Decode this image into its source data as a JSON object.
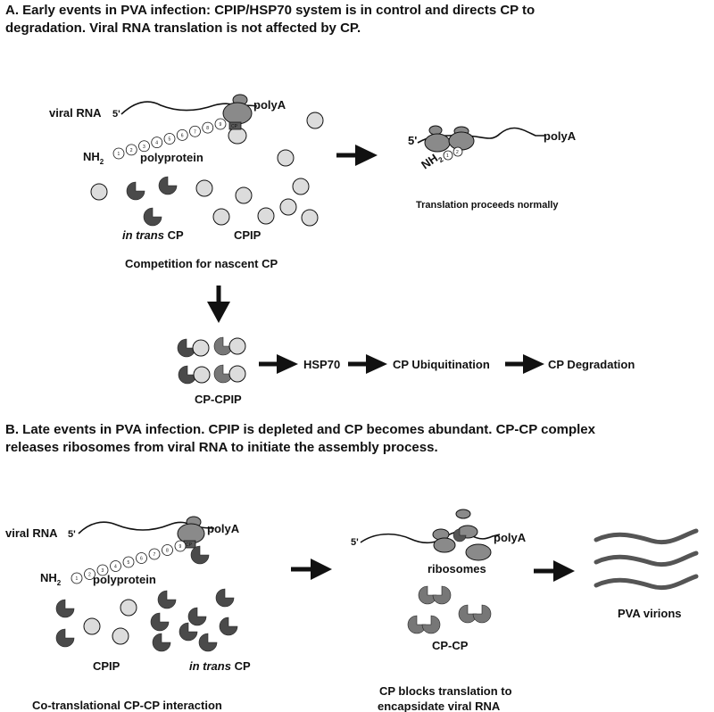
{
  "panel_a": {
    "heading_line1": "A. Early events in PVA infection: CPIP/HSP70 system is in control and directs CP to",
    "heading_line2": "degradation. Viral RNA translation is not affected by CP.",
    "viral_rna": "viral RNA",
    "five_prime": "5'",
    "polya": "polyA",
    "nh2": "NH",
    "nh2_sub": "2",
    "cp_tag": "CP",
    "polyprotein": "polyprotein",
    "in_trans": "in trans",
    "cp": "CP",
    "cpip": "CPIP",
    "competition": "Competition for nascent CP",
    "translation_normal": "Translation proceeds normally",
    "cp_cpip": "CP-CPIP",
    "hsp70": "HSP70",
    "ubiquitination": "CP Ubiquitination",
    "degradation": "CP Degradation"
  },
  "panel_b": {
    "heading_line1": "B. Late events in PVA infection. CPIP is depleted and CP becomes abundant. CP-CP complex",
    "heading_line2": "releases ribosomes from viral RNA to initiate the assembly process.",
    "viral_rna": "viral RNA",
    "five_prime": "5'",
    "polya": "polyA",
    "nh2": "NH",
    "nh2_sub": "2",
    "cp_tag": "CP",
    "polyprotein": "polyprotein",
    "cpip": "CPIP",
    "in_trans": "in trans",
    "cp": "CP",
    "cotranslational": "Co-translational CP-CP interaction",
    "ribosomes": "ribosomes",
    "cp_cp": "CP-CP",
    "blocks_line1": "CP blocks translation to",
    "blocks_line2": "encapsidate viral RNA",
    "virions": "PVA virions"
  },
  "bead_numbers": [
    "1",
    "2",
    "3",
    "4",
    "5",
    "6",
    "7",
    "8",
    "9"
  ],
  "colors": {
    "ribosome": "#8a8a8a",
    "cpip": "#dcdcdc",
    "cp": "#4a4a4a",
    "cp_light": "#777777",
    "virion": "#555555",
    "ink": "#111111"
  }
}
